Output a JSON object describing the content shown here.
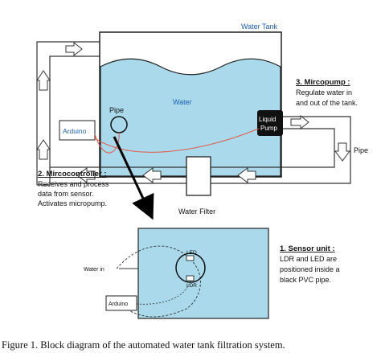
{
  "figure": {
    "caption": "Figure 1. Block diagram of the automated water tank filtration system."
  },
  "tank": {
    "title": "Water Tank",
    "water_label": "Water",
    "pipe_label": "Pipe",
    "arduino_label": "Arduino",
    "pump_label_line1": "Liquid",
    "pump_label_line2": "Pump",
    "side_pipe_label": "Pipe",
    "filter_label": "Water Filter"
  },
  "annotations": {
    "micropump": {
      "heading": "3. Mircopump :",
      "lines": [
        "Regulate water in",
        "and out of the tank."
      ]
    },
    "microcontroller": {
      "heading": "2. Mircocontroller :",
      "lines": [
        "Receives and process",
        "data from sensor.",
        "Activates micropump."
      ]
    },
    "sensor": {
      "heading": "1. Sensor unit :",
      "lines": [
        "LDR and LED are",
        "positioned inside a",
        "black PVC pipe."
      ]
    }
  },
  "detail": {
    "water_in_label": "Water in",
    "led_label": "LED",
    "ldr_label": "LDR",
    "arduino_label": "Arduino"
  },
  "colors": {
    "water": "#a9d9ea",
    "tank_outline": "#222222",
    "title_blue": "#1f5fb8",
    "sensor_wire": "#e05a4a",
    "pump_fill": "#111111"
  }
}
